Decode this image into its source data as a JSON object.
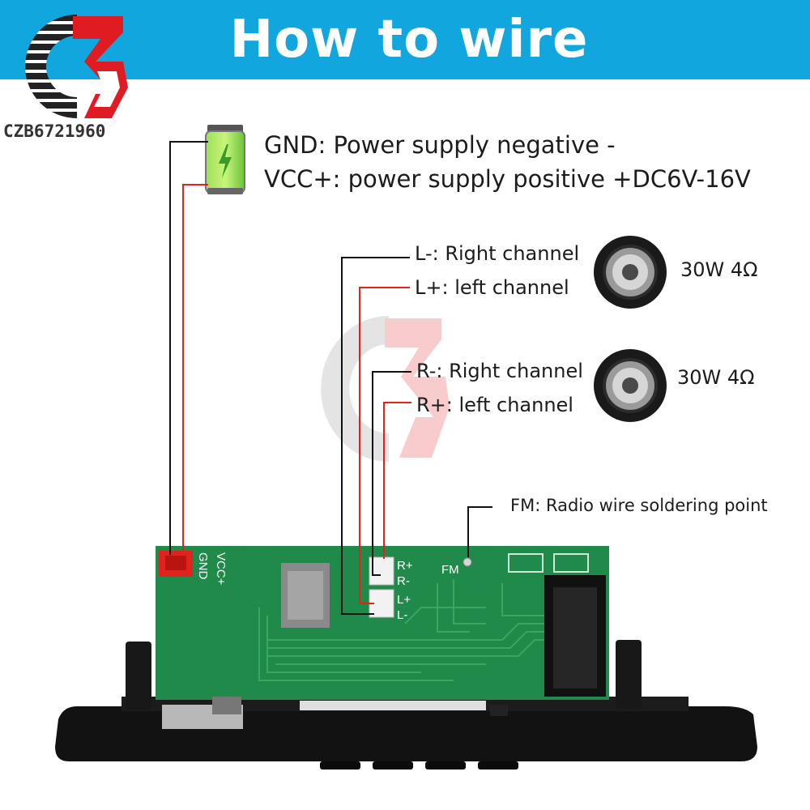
{
  "header": {
    "title": "How to wire"
  },
  "logo": {
    "text": "CZB6721960"
  },
  "power": {
    "gnd_label": "GND: Power supply negative -",
    "vcc_label": "VCC+: power supply positive +DC6V-16V"
  },
  "speakers": [
    {
      "neg_label": "L-: Right channel",
      "pos_label": "L+: left channel",
      "rating": "30W 4Ω"
    },
    {
      "neg_label": "R-: Right channel",
      "pos_label": "R+: left channel",
      "rating": "30W 4Ω"
    }
  ],
  "fm": {
    "label": "FM: Radio wire soldering point"
  },
  "board": {
    "power_pins": [
      "GND",
      "VCC+"
    ],
    "speaker_pins": [
      "R+",
      "R-",
      "L+",
      "L-"
    ],
    "fm_pin": "FM"
  },
  "colors": {
    "banner": "#11a7de",
    "wire_positive": "#e0231c",
    "wire_negative": "#111111",
    "pcb": "#1f8a4a",
    "logo_red": "#e11b22"
  }
}
